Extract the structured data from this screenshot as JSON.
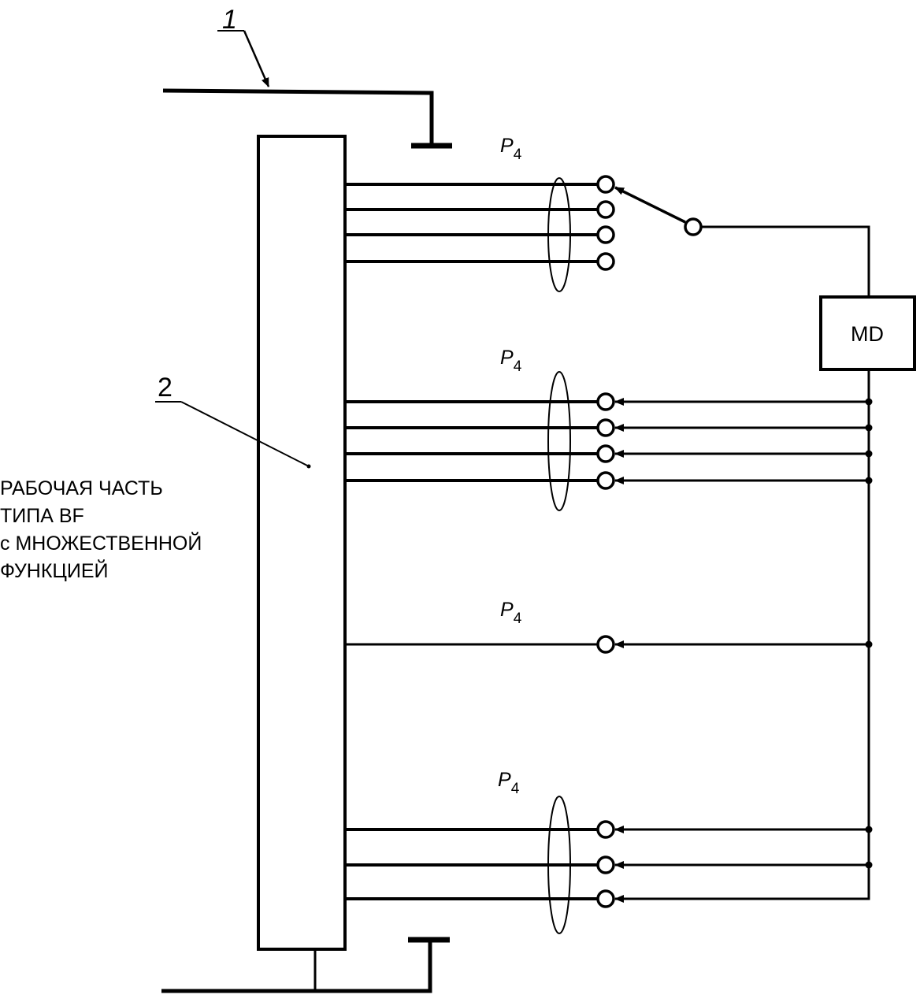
{
  "labels": {
    "ref_1": "1",
    "ref_2": "2",
    "part_lines": [
      "РАБОЧАЯ ЧАСТЬ",
      "ТИПА BF",
      "с МНОЖЕСТВЕННОЙ",
      "ФУНКЦИЕЙ"
    ],
    "md": "MD",
    "p_main": "P",
    "p_sub": "4"
  },
  "groups": [
    {
      "name": "group-1",
      "wires": 4,
      "switched": true
    },
    {
      "name": "group-2",
      "wires": 4,
      "switched": false
    },
    {
      "name": "group-3",
      "wires": 1,
      "switched": false
    },
    {
      "name": "group-4",
      "wires": 3,
      "switched": false
    }
  ],
  "colors": {
    "ink": "#000000",
    "background": "#ffffff"
  }
}
